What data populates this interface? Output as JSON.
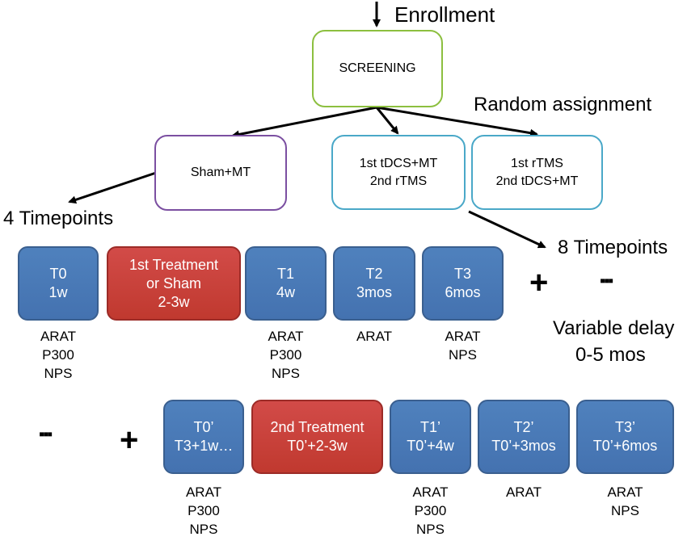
{
  "labels": {
    "enrollment": "Enrollment",
    "random_assignment": "Random assignment",
    "timepoints_4": "4 Timepoints",
    "timepoints_8": "8 Timepoints",
    "variable_delay_1": "Variable delay",
    "variable_delay_2": "0-5 mos",
    "plus": "+",
    "ellipsis": "▪▪▪"
  },
  "screening": {
    "text": "SCREENING"
  },
  "arms": {
    "sham": [
      "Sham+MT"
    ],
    "tdcs_first": [
      "1st tDCS+MT",
      "2nd rTMS"
    ],
    "rtms_first": [
      "1st rTMS",
      "2nd tDCS+MT"
    ]
  },
  "row1": {
    "t0": [
      "T0",
      "1w"
    ],
    "treatment": [
      "1st Treatment",
      "or Sham",
      "2-3w"
    ],
    "t1": [
      "T1",
      "4w"
    ],
    "t2": [
      "T2",
      "3mos"
    ],
    "t3": [
      "T3",
      "6mos"
    ]
  },
  "row1_measures": {
    "t0": [
      "ARAT",
      "P300",
      "NPS"
    ],
    "t1": [
      "ARAT",
      "P300",
      "NPS"
    ],
    "t2": [
      "ARAT"
    ],
    "t3": [
      "ARAT",
      "NPS"
    ]
  },
  "row2": {
    "t0p": [
      "T0’",
      "T3+1w…"
    ],
    "treatment": [
      "2nd Treatment",
      "T0’+2-3w"
    ],
    "t1p": [
      "T1’",
      "T0’+4w"
    ],
    "t2p": [
      "T2’",
      "T0’+3mos"
    ],
    "t3p": [
      "T3’",
      "T0’+6mos"
    ]
  },
  "row2_measures": {
    "t0p": [
      "ARAT",
      "P300",
      "NPS"
    ],
    "t1p": [
      "ARAT",
      "P300",
      "NPS"
    ],
    "t2p": [
      "ARAT"
    ],
    "t3p": [
      "ARAT",
      "NPS"
    ]
  },
  "colors": {
    "timepoint_blue": "#4f81bd",
    "treatment_red": "#c0392f",
    "screening_border": "#8cbf3f",
    "sham_border": "#7b4fa1",
    "active_border": "#4aa8c8"
  }
}
